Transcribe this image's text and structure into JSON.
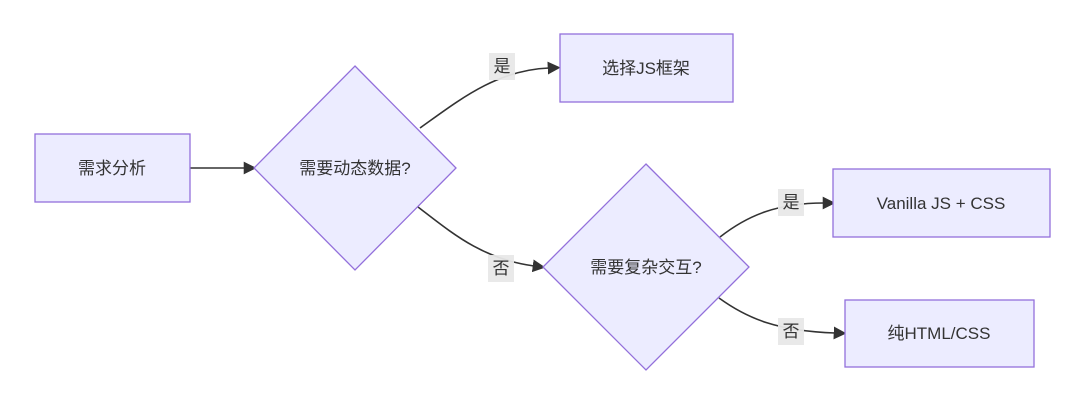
{
  "diagram": {
    "type": "flowchart",
    "direction": "left-to-right",
    "colors": {
      "node_fill": "#ECECFF",
      "node_border": "#9370DB",
      "edge_stroke": "#333333",
      "text": "#333333",
      "edge_label_bg": "#e8e8e8",
      "background": "#ffffff"
    },
    "nodes": [
      {
        "id": "A",
        "shape": "rect",
        "label": "需求分析"
      },
      {
        "id": "B",
        "shape": "diamond",
        "label": "需要动态数据?"
      },
      {
        "id": "C",
        "shape": "rect",
        "label": "选择JS框架"
      },
      {
        "id": "D",
        "shape": "diamond",
        "label": "需要复杂交互?"
      },
      {
        "id": "E",
        "shape": "rect",
        "label": "Vanilla JS + CSS"
      },
      {
        "id": "F",
        "shape": "rect",
        "label": "纯HTML/CSS"
      }
    ],
    "edges": [
      {
        "from": "A",
        "to": "B",
        "label": ""
      },
      {
        "from": "B",
        "to": "C",
        "label": "是"
      },
      {
        "from": "B",
        "to": "D",
        "label": "否"
      },
      {
        "from": "D",
        "to": "E",
        "label": "是"
      },
      {
        "from": "D",
        "to": "F",
        "label": "否"
      }
    ]
  }
}
